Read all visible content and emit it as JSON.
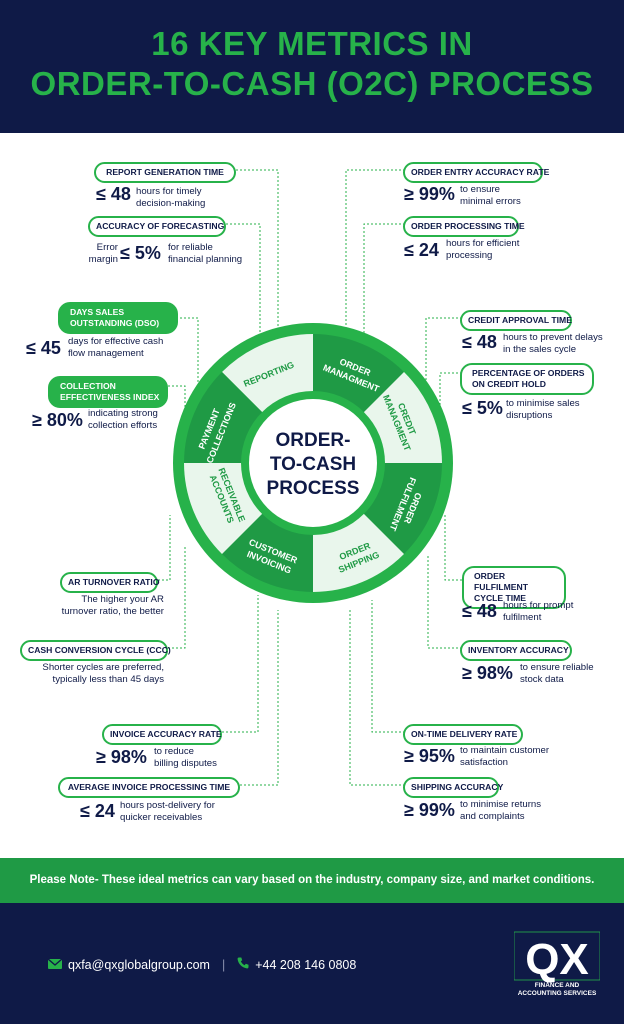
{
  "header": {
    "title_line1": "16 KEY METRICS IN",
    "title_line2": "ORDER-TO-CASH (O2C) PROCESS"
  },
  "center": {
    "line1": "ORDER-",
    "line2": "TO-CASH",
    "line3": "PROCESS"
  },
  "segments": {
    "reporting": "REPORTING",
    "order_mgmt_1": "ORDER",
    "order_mgmt_2": "MANAGMENT",
    "credit_1": "CREDIT",
    "credit_2": "MANAGMENT",
    "fulfil_1": "ORDER",
    "fulfil_2": "FULFILMENT",
    "shipping_1": "ORDER",
    "shipping_2": "SHIPPING",
    "invoicing_1": "CUSTOMER",
    "invoicing_2": "INVOICING",
    "receivable_1": "ACCOUNTS",
    "receivable_2": "RECEIVABLE",
    "collections_1": "PAYMENT",
    "collections_2": "COLLECTIONS"
  },
  "metrics": {
    "report_generation": {
      "label": "REPORT GENERATION TIME",
      "value": "≤ 48",
      "desc1": "hours for timely",
      "desc2": "decision-making"
    },
    "forecast_accuracy": {
      "label": "ACCURACY OF FORECASTING",
      "prefix1": "Error",
      "prefix2": "margin",
      "value": "≤ 5%",
      "desc1": "for reliable",
      "desc2": "financial planning"
    },
    "dso": {
      "label1": "DAYS SALES",
      "label2": "OUTSTANDING (DSO)",
      "value": "≤ 45",
      "desc1": "days for effective cash",
      "desc2": "flow management"
    },
    "cei": {
      "label1": "COLLECTION",
      "label2": "EFFECTIVENESS INDEX",
      "value": "≥ 80%",
      "desc1": "indicating strong",
      "desc2": "collection efforts"
    },
    "ar_turnover": {
      "label": "AR TURNOVER RATIO",
      "desc1": "The higher your AR",
      "desc2": "turnover ratio, the better"
    },
    "ccc": {
      "label": "CASH CONVERSION CYCLE (CCC)",
      "desc1": "Shorter cycles are preferred,",
      "desc2": "typically less than 45 days"
    },
    "invoice_accuracy": {
      "label": "INVOICE ACCURACY RATE",
      "value": "≥ 98%",
      "desc1": "to reduce",
      "desc2": "billing disputes"
    },
    "invoice_processing": {
      "label": "AVERAGE INVOICE PROCESSING TIME",
      "value": "≤ 24",
      "desc1": "hours post-delivery for",
      "desc2": "quicker receivables"
    },
    "order_entry": {
      "label": "ORDER ENTRY ACCURACY RATE",
      "value": "≥ 99%",
      "desc1": "to ensure",
      "desc2": "minimal errors"
    },
    "order_processing": {
      "label": "ORDER PROCESSING TIME",
      "value": "≤ 24",
      "desc1": "hours for efficient",
      "desc2": "processing"
    },
    "credit_approval": {
      "label": "CREDIT APPROVAL TIME",
      "value": "≤ 48",
      "desc1": "hours to prevent delays",
      "desc2": "in the sales cycle"
    },
    "credit_hold": {
      "label1": "PERCENTAGE OF ORDERS",
      "label2": "ON CREDIT HOLD",
      "value": "≤ 5%",
      "desc1": "to minimise sales",
      "desc2": "disruptions"
    },
    "fulfilment_cycle": {
      "label1": "ORDER FULFILMENT",
      "label2": "CYCLE TIME",
      "value": "≤ 48",
      "desc1": "hours for prompt",
      "desc2": "fulfilment"
    },
    "inventory_accuracy": {
      "label": "INVENTORY ACCURACY",
      "value": "≥ 98%",
      "desc1": "to ensure reliable",
      "desc2": "stock data"
    },
    "on_time_delivery": {
      "label": "ON-TIME DELIVERY RATE",
      "value": "≥ 95%",
      "desc1": "to maintain customer",
      "desc2": "satisfaction"
    },
    "shipping_accuracy": {
      "label": "SHIPPING ACCURACY",
      "value": "≥ 99%",
      "desc1": "to minimise returns",
      "desc2": "and complaints"
    }
  },
  "note": "Please Note- These ideal metrics can vary based on the industry, company size, and market conditions.",
  "footer": {
    "email": "qxfa@qxglobalgroup.com",
    "separator": "|",
    "phone": "+44 208 146 0808",
    "logo_text": "QX",
    "logo_sub1": "FINANCE AND",
    "logo_sub2": "ACCOUNTING SERVICES"
  },
  "colors": {
    "navy": "#0f1a47",
    "green": "#27b24a",
    "light_green": "#e9f6ec"
  }
}
